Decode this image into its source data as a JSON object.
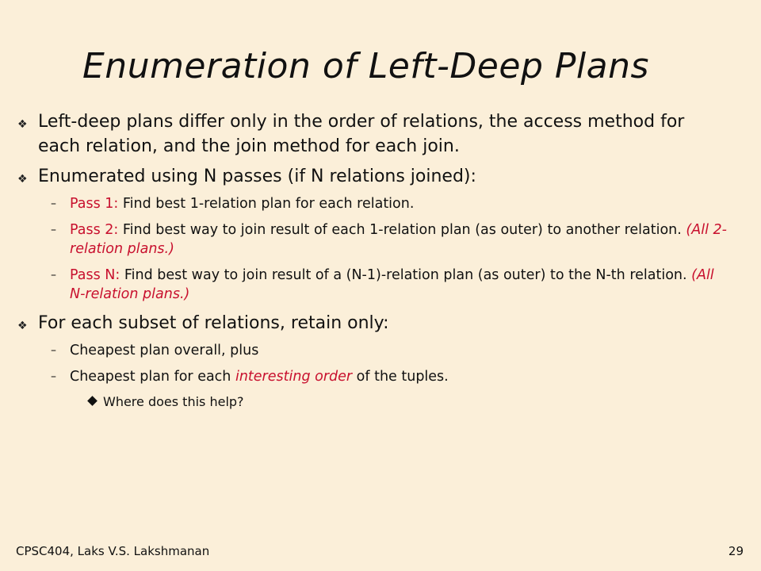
{
  "title": "Enumeration of Left-Deep Plans",
  "bullets": {
    "b1": "Left-deep plans differ only in the order of relations, the access method for each relation, and the join method for each join.",
    "b2": "Enumerated using N passes (if N relations joined):",
    "b2_sub": [
      {
        "label": "Pass 1:",
        "text": "  Find best 1-relation plan for each relation.",
        "note": ""
      },
      {
        "label": "Pass 2:",
        "text": "  Find best way to join result of each 1-relation plan (as outer) to another relation.",
        "note": "  (All 2-relation plans.)"
      },
      {
        "label": "Pass N:",
        "text": "  Find best way to join result of a (N-1)-relation plan (as outer) to the N-th relation.",
        "note": "  (All N-relation plans.)"
      }
    ],
    "b3": "For each subset of relations, retain only:",
    "b3_sub": [
      {
        "text": "Cheapest plan overall, plus"
      },
      {
        "pre": "Cheapest plan for each ",
        "emph": "interesting order",
        "post": " of the tuples."
      }
    ],
    "b3_subsub": "Where does this help?"
  },
  "footer": {
    "left": "CPSC404, Laks V.S. Lakshmanan",
    "page": "29"
  },
  "colors": {
    "background": "#fbefd9",
    "accent": "#c8102e"
  }
}
